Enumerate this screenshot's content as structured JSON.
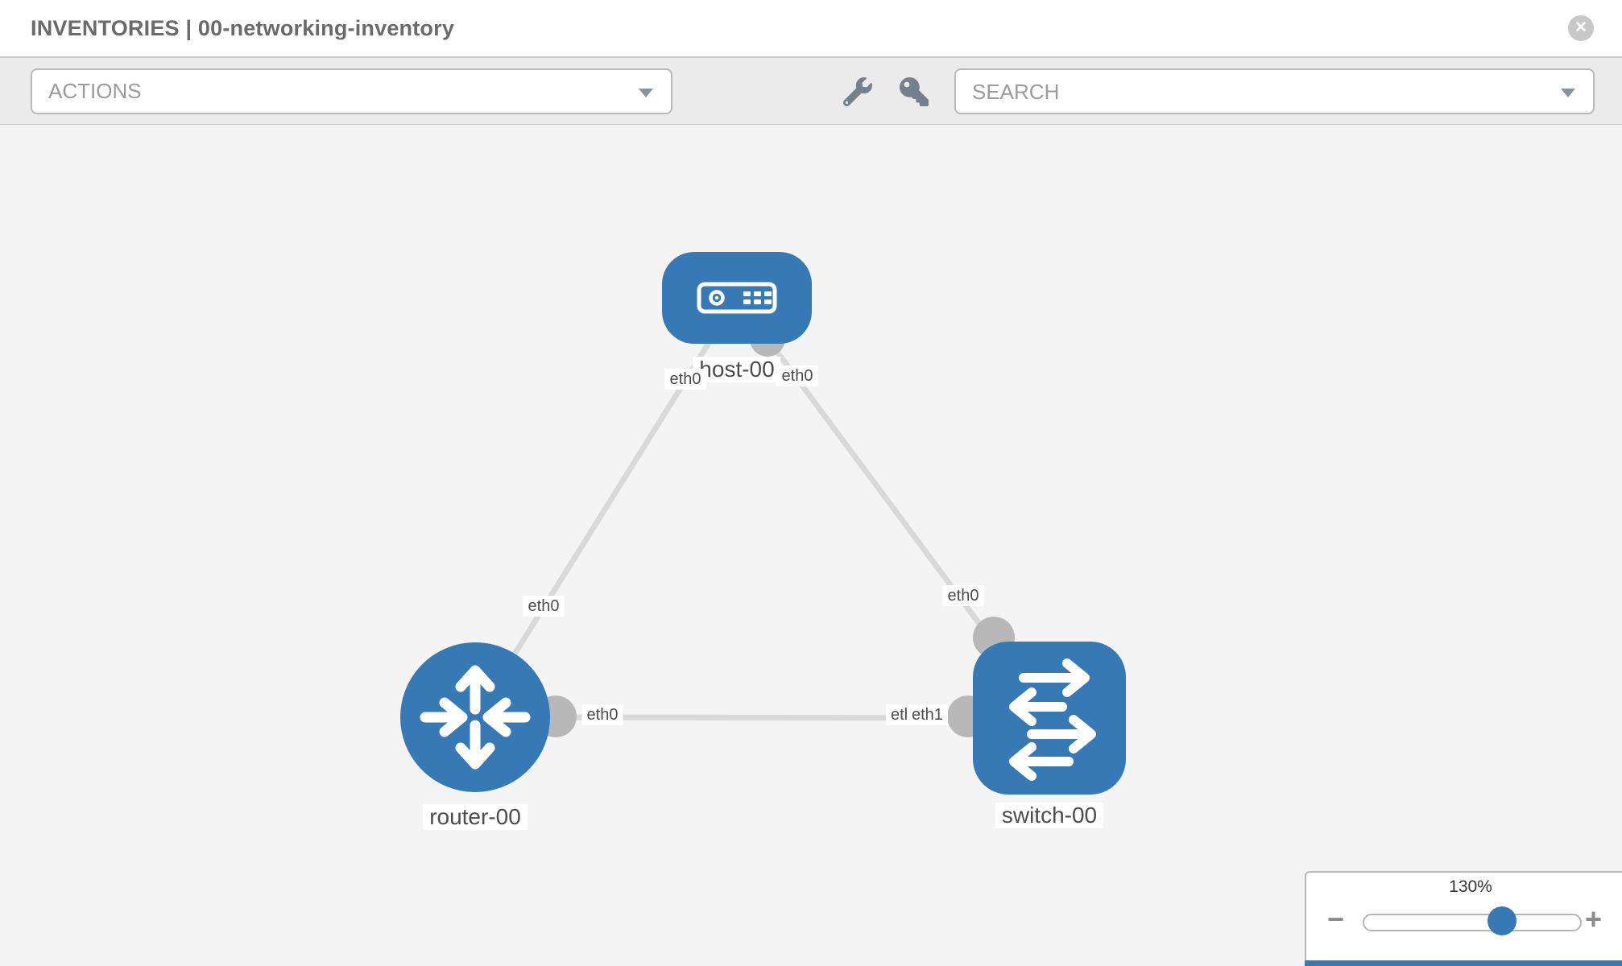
{
  "header": {
    "title": "INVENTORIES | 00-networking-inventory",
    "close_glyph": "✕"
  },
  "toolbar": {
    "actions_label": "ACTIONS",
    "search_placeholder": "SEARCH"
  },
  "topology": {
    "nodes": [
      {
        "label": "host-00",
        "type": "host"
      },
      {
        "label": "router-00",
        "type": "router"
      },
      {
        "label": "switch-00",
        "type": "switch"
      }
    ],
    "links": [
      {
        "from": "host-00",
        "to": "router-00"
      },
      {
        "from": "host-00",
        "to": "switch-00"
      },
      {
        "from": "router-00",
        "to": "switch-00"
      }
    ],
    "interfaces": {
      "host_to_router_at_host": "eth0",
      "host_to_switch_at_host": "eth0",
      "host_to_router_at_router": "eth0",
      "host_to_switch_at_switch": "eth0",
      "router_to_switch_at_router": "eth0",
      "router_to_switch_at_switch_behind": "eth0",
      "router_to_switch_at_switch": "eth1"
    }
  },
  "zoom_control": {
    "level": "130%",
    "minus_glyph": "−",
    "plus_glyph": "+"
  },
  "colors": {
    "node_blue": "#3779b4",
    "link_gray": "#d9d9d9",
    "interface_bubble_gray": "#b8b8b8",
    "canvas_bg": "#f4f4f4",
    "toolbar_bg": "#ebebeb"
  }
}
